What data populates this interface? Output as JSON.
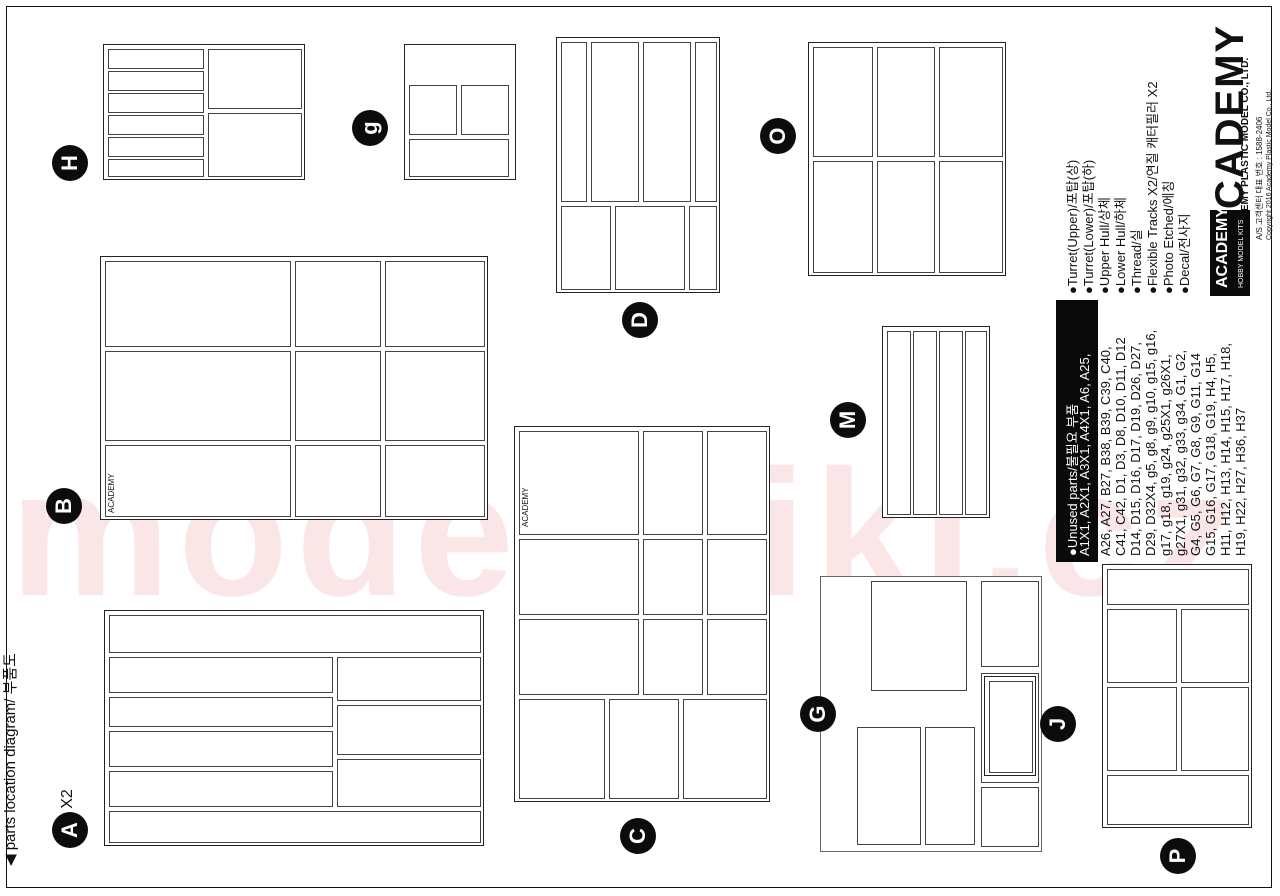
{
  "header": {
    "title": "parts location diagram/ 부품도"
  },
  "sprue_labels": {
    "A": "A",
    "A_qty": "X2",
    "B": "B",
    "C": "C",
    "D": "D",
    "g": "g",
    "G": "G",
    "H": "H",
    "J": "J",
    "M": "M",
    "O": "O",
    "P": "P"
  },
  "watermark": "modelstiki.cz",
  "sprue_marks": {
    "b": "ACADEMY",
    "c": "ACADEMY"
  },
  "parts_list": {
    "turret_upper": "●Turret(Upper)/포탑(상)",
    "turret_lower": "●Turret(Lower)/포탑(하)",
    "upper_hull": "●Upper Hull/상체",
    "lower_hull": "●Lower Hull/하체",
    "thread": "●Thread/실",
    "tracks": "●Flexible Tracks X2/연질 캐터필러 X2",
    "photo_etched": "●Photo Etched/에칭",
    "decal": "●Decal/전사지"
  },
  "unused_parts": {
    "title": "●Unused parts/불필요 부품",
    "lines": [
      "A1X1, A2X1, A3X1, A4X1, A6, A25,",
      "A26, A27, B27, B38, B39, C39, C40,",
      "C41, C42, D1, D3, D8, D10, D11, D12",
      "D14, D15, D16, D17, D19, D26, D27,",
      "D29, D32X4, g5, g8, g9, g10, g15, g16,",
      "g17, g18, g19, g24, g25X1, g26X1,",
      "g27X1, g31, g32, g33, g34, G1, G2,",
      "G4, G5, G6, G7, G8, G9, G11, G14",
      "G15, G16, G17, G18, G19, H4, H5,",
      "H11, H12, H13, H14, H15, H17, H18,",
      "H19, H22, H27, H36, H37"
    ]
  },
  "brand": {
    "logo": "ACADEMY",
    "company": "ACADEMY PLASTIC MODEL CO., LTD.",
    "service": "A/S 고객센터 대표 번호 : 1588-2406",
    "badge": "ACADEMY",
    "badge_sub": "HOBBY MODEL KITS",
    "copyright": "Copyright 2016 Academy Plastic Model Co., Ltd."
  },
  "colors": {
    "ink": "#111111",
    "watermark": "#dc3c3c"
  }
}
